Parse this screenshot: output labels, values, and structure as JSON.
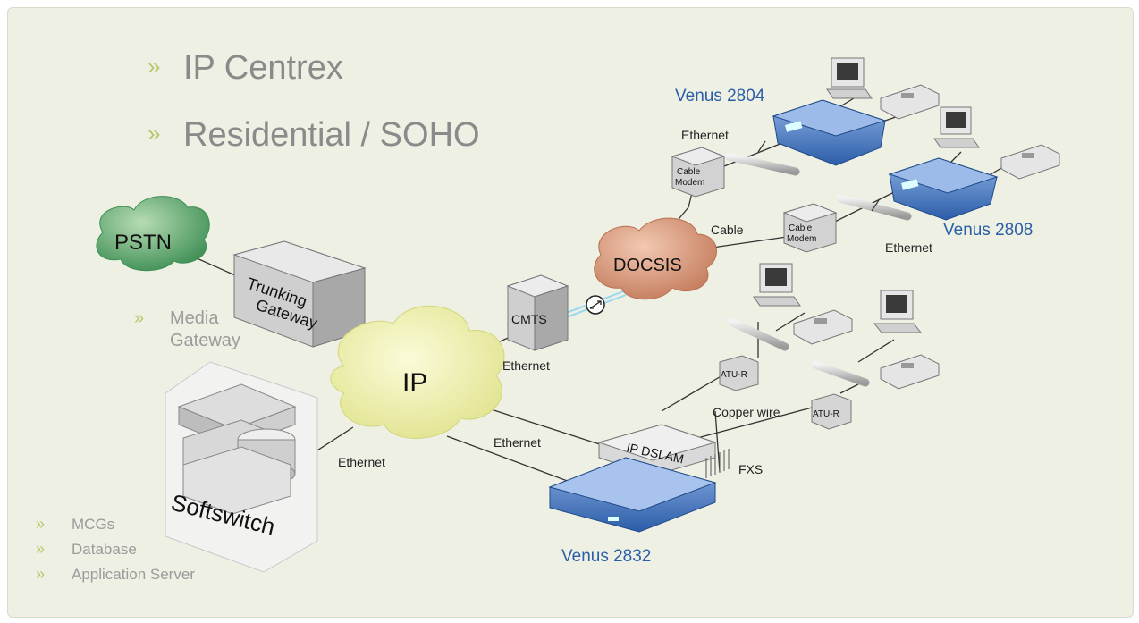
{
  "headings": [
    "IP Centrex",
    "Residential / SOHO"
  ],
  "clouds": {
    "pstn": "PSTN",
    "ip": "IP",
    "docsis": "DOCSIS"
  },
  "devices": {
    "trunking_gateway": [
      "Trunking",
      "Gateway"
    ],
    "cmts": "CMTS",
    "softswitch": "Softswitch",
    "cable_modem": [
      "Cable",
      "Modem"
    ],
    "atu_r": "ATU-R",
    "ip_dslam": "IP DSLAM"
  },
  "media_gateway_label": [
    "Media",
    "Gateway"
  ],
  "softswitch_list": [
    "MCGs",
    "Database",
    "Application Server"
  ],
  "products": {
    "venus_2804": "Venus 2804",
    "venus_2808": "Venus 2808",
    "venus_2832": "Venus 2832"
  },
  "link_labels": {
    "ethernet_top": "Ethernet",
    "cable": "Cable",
    "ethernet_right": "Ethernet",
    "ethernet_cmts": "Ethernet",
    "copper_wire": "Copper wire",
    "ethernet_dslam": "Ethernet",
    "ethernet_softswitch": "Ethernet",
    "fxs": "FXS"
  },
  "colors": {
    "background": "#eef0e4",
    "product_blue": "#2a5fa8",
    "pstn_green": "#5aa36a",
    "ip_yellow": "#eef0a0",
    "docsis_salmon": "#d99577",
    "bullet_green": "#b8c76a"
  }
}
